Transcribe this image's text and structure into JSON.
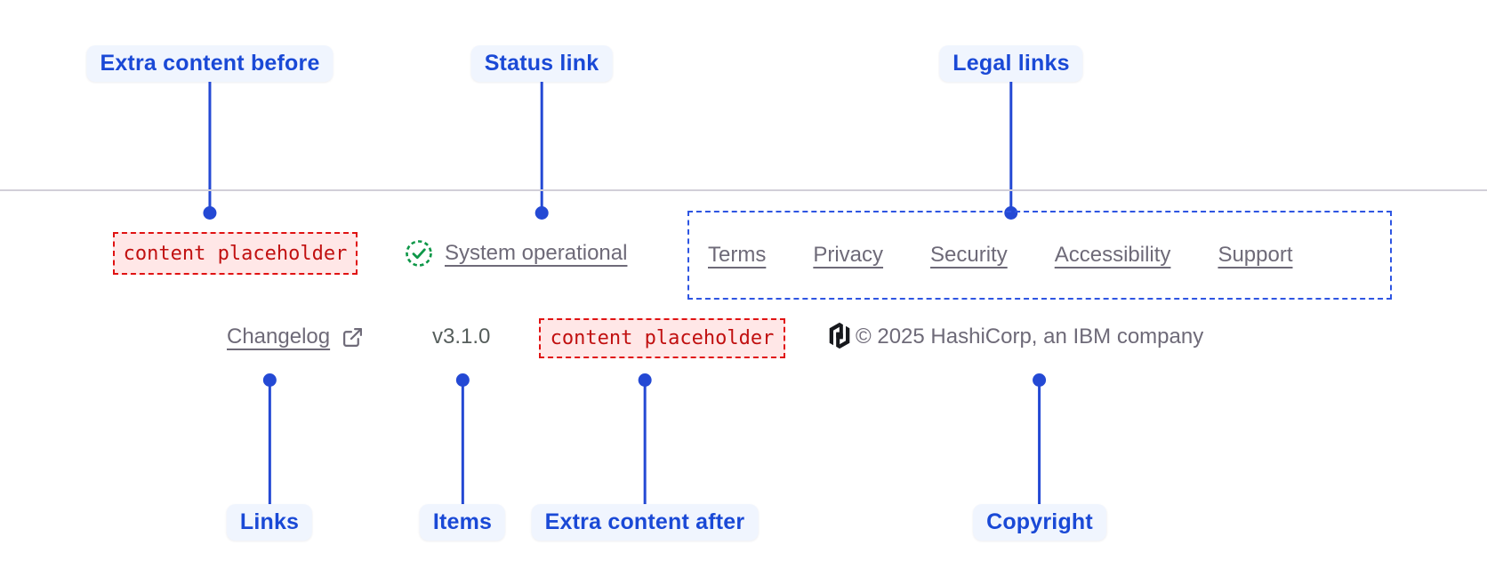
{
  "theme": {
    "accent": "#2449d4",
    "pillBg": "#f0f5fe",
    "pillText": "#1a49d6",
    "divider": "#d2cfd8",
    "gray": "#6e6a78",
    "versionCol": "#555d5b",
    "redText": "#c11010",
    "redBorder": "#e01212",
    "redBg": "#ffe7e7",
    "green": "#0e9748",
    "legalBorder": "#2e55e2",
    "logo": "#16181c"
  },
  "annotations": {
    "top": [
      {
        "label": "Extra content before"
      },
      {
        "label": "Status link"
      },
      {
        "label": "Legal links"
      }
    ],
    "bottom": [
      {
        "label": "Links"
      },
      {
        "label": "Items"
      },
      {
        "label": "Extra content after"
      },
      {
        "label": "Copyright"
      }
    ]
  },
  "footer": {
    "extra_content_before": "content placeholder",
    "status": {
      "label": "System operational",
      "icon": "check-circle"
    },
    "legal_links": [
      "Terms",
      "Privacy",
      "Security",
      "Accessibility",
      "Support"
    ],
    "links": [
      {
        "label": "Changelog",
        "external": true
      }
    ],
    "version": "v3.1.0",
    "extra_content_after": "content placeholder",
    "logo": "hashicorp-logo",
    "copyright": "© 2025 HashiCorp, an IBM company"
  }
}
